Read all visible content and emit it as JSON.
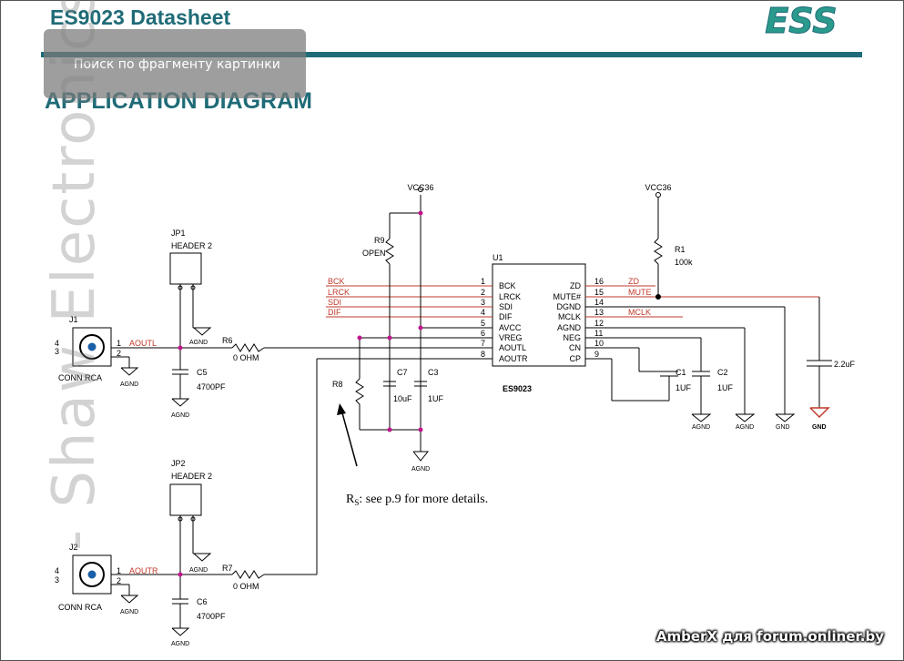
{
  "header": {
    "title": "ES9023 Datasheet",
    "section": "APPLICATION DIAGRAM",
    "logo_text": "ESS"
  },
  "tooltip": {
    "text": "Поиск по фрагменту картинки"
  },
  "watermark": {
    "text": "- Shaw Electronics"
  },
  "credit": {
    "text": "AmberX для forum.onliner.by"
  },
  "schematic": {
    "chip": {
      "ref": "U1",
      "name": "ES9023",
      "left_pins": [
        {
          "num": "1",
          "name": "BCK",
          "net": "BCK"
        },
        {
          "num": "2",
          "name": "LRCK",
          "net": "LRCK"
        },
        {
          "num": "3",
          "name": "SDI",
          "net": "SDI"
        },
        {
          "num": "4",
          "name": "DIF",
          "net": "DIF"
        },
        {
          "num": "5",
          "name": "AVCC",
          "net": ""
        },
        {
          "num": "6",
          "name": "VREG",
          "net": ""
        },
        {
          "num": "7",
          "name": "AOUTL",
          "net": ""
        },
        {
          "num": "8",
          "name": "AOUTR",
          "net": ""
        }
      ],
      "right_pins": [
        {
          "num": "16",
          "name": "ZD",
          "net": "ZD"
        },
        {
          "num": "15",
          "name": "MUTE#",
          "net": "MUTE"
        },
        {
          "num": "14",
          "name": "DGND",
          "net": ""
        },
        {
          "num": "13",
          "name": "MCLK",
          "net": "MCLK"
        },
        {
          "num": "12",
          "name": "AGND",
          "net": ""
        },
        {
          "num": "11",
          "name": "NEG",
          "net": ""
        },
        {
          "num": "10",
          "name": "CN",
          "net": ""
        },
        {
          "num": "9",
          "name": "CP",
          "net": ""
        }
      ]
    },
    "power": {
      "vcc_left": "VCC36",
      "vcc_right": "VCC36"
    },
    "components": {
      "r9": {
        "ref": "R9",
        "value": "OPEN"
      },
      "r1": {
        "ref": "R1",
        "value": "100k"
      },
      "r6": {
        "ref": "R6",
        "value": "0 OHM"
      },
      "r7": {
        "ref": "R7",
        "value": "0 OHM"
      },
      "r8": {
        "ref": "R8"
      },
      "c5": {
        "ref": "C5",
        "value": "4700PF"
      },
      "c6": {
        "ref": "C6",
        "value": "4700PF"
      },
      "c7": {
        "ref": "C7",
        "value": "10uF"
      },
      "c3": {
        "ref": "C3",
        "value": "1UF"
      },
      "c1": {
        "ref": "C1",
        "value": "1UF"
      },
      "c2": {
        "ref": "C2",
        "value": "1UF"
      },
      "c_mute": {
        "value": "2.2uF"
      },
      "jp1": {
        "ref": "JP1",
        "type": "HEADER 2"
      },
      "jp2": {
        "ref": "JP2",
        "type": "HEADER 2"
      },
      "j1": {
        "ref": "J1",
        "type": "CONN RCA"
      },
      "j2": {
        "ref": "J2",
        "type": "CONN RCA"
      }
    },
    "nets": {
      "aoutl": "AOUTL",
      "aoutr": "AOUTR"
    },
    "grounds": {
      "agnd": "AGND",
      "gnd": "GND",
      "gnd_bold": "GND"
    },
    "pin_labels": {
      "one": "1",
      "two": "2",
      "three": "3",
      "four": "4"
    },
    "note": "R: see p.9 for more details.",
    "note_sub": "S"
  }
}
